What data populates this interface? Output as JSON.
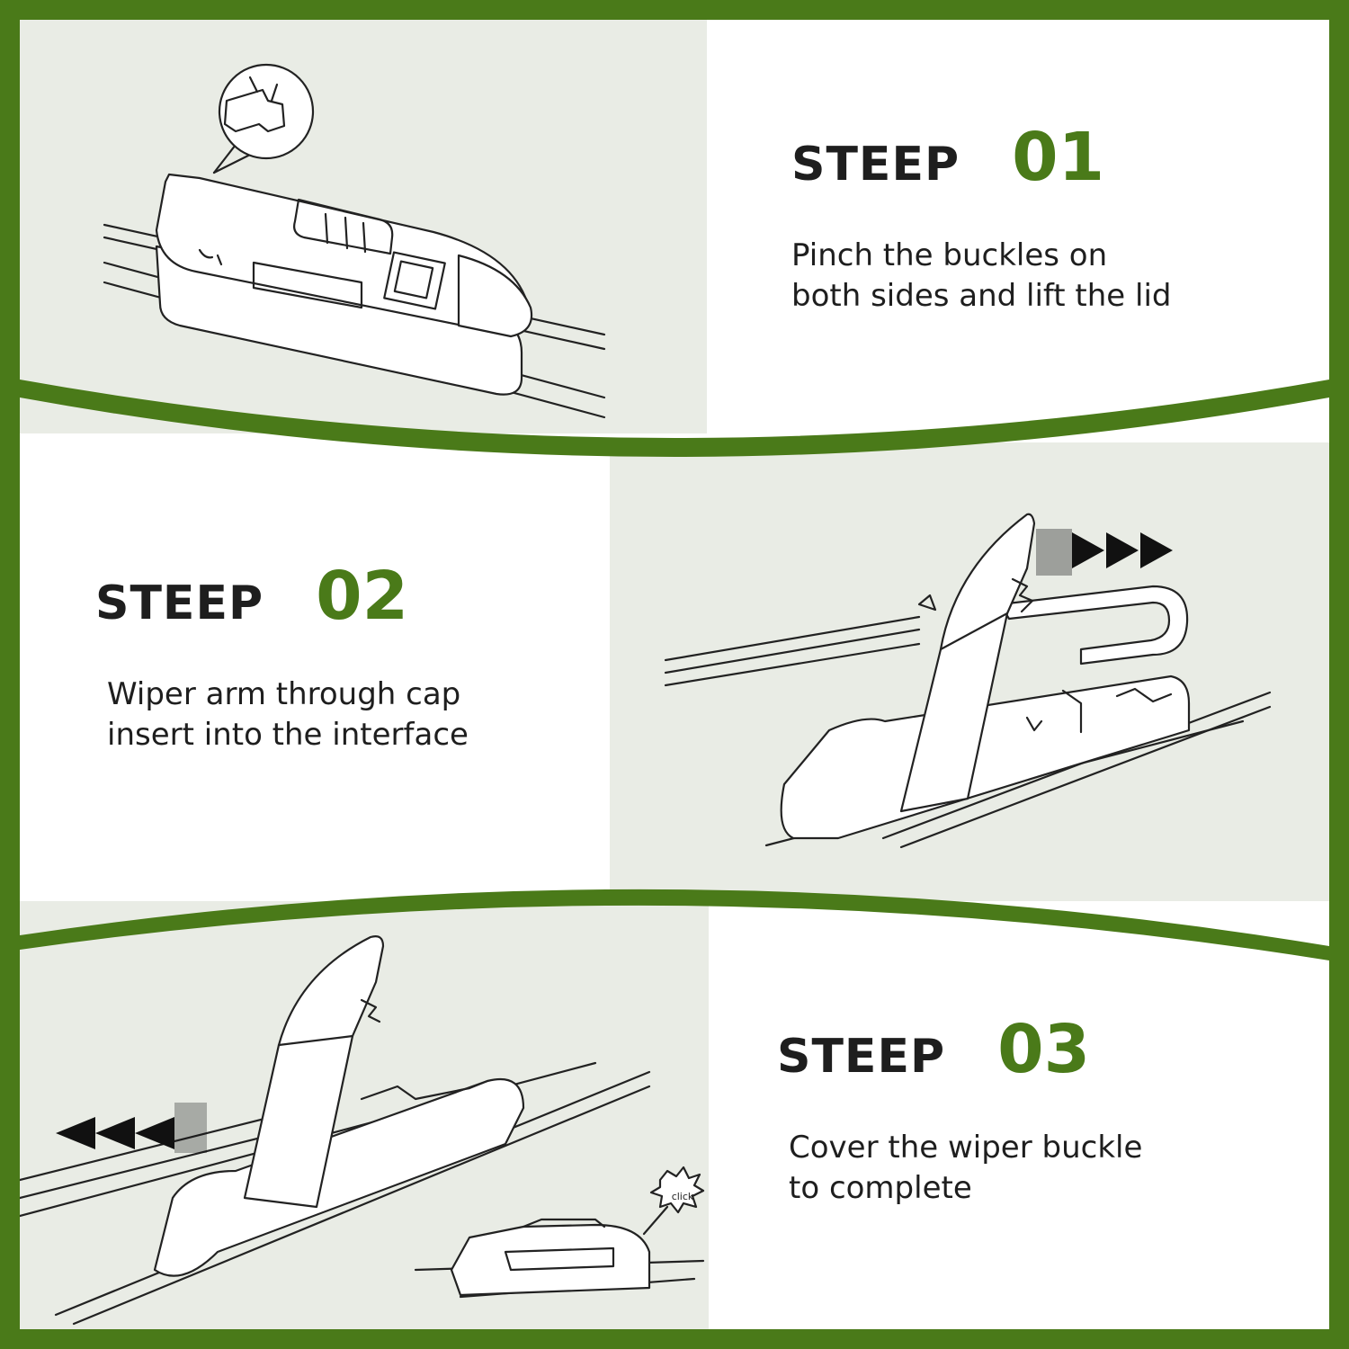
{
  "colors": {
    "frame_green": "#4a7a19",
    "panel_tint": "#e9ece5",
    "panel_white": "#ffffff",
    "text_dark": "#1e1e1e"
  },
  "steps": [
    {
      "word": "STEEP",
      "number": "01",
      "lines": [
        "Pinch the buckles on",
        "both sides and lift the lid"
      ]
    },
    {
      "word": "STEEP",
      "number": "02",
      "lines": [
        "Wiper arm through cap",
        "insert into the interface"
      ]
    },
    {
      "word": "STEEP",
      "number": "03",
      "lines": [
        "Cover the wiper buckle",
        "to complete"
      ]
    }
  ],
  "illustrations": {
    "step1": "wiper-connector-open-lid-icon",
    "step2": "wiper-arm-insert-icon",
    "step3": "wiper-connector-closed-icon",
    "click_label": "click"
  }
}
